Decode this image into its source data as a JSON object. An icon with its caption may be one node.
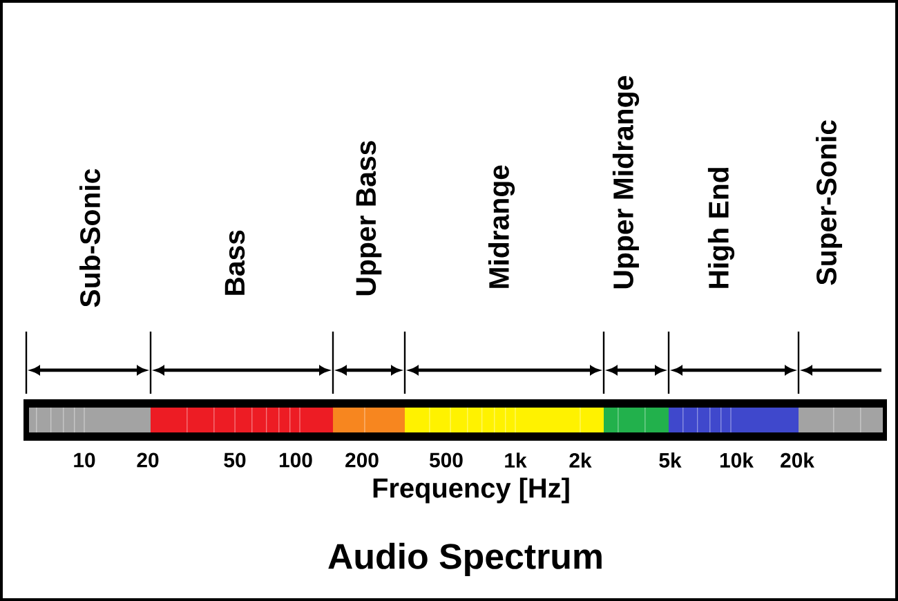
{
  "diagram": {
    "title": "Audio Spectrum",
    "labels": [
      "Sub-Sonic",
      "Bass",
      "Upper Bass",
      "Midrange",
      "Upper Midrange",
      "High End",
      "Super-Sonic",
      "10",
      "20",
      "50",
      "100",
      "200",
      "500",
      "1k",
      "2k",
      "5k",
      "10k",
      "20k",
      "Frequency [Hz]"
    ]
  }
}
